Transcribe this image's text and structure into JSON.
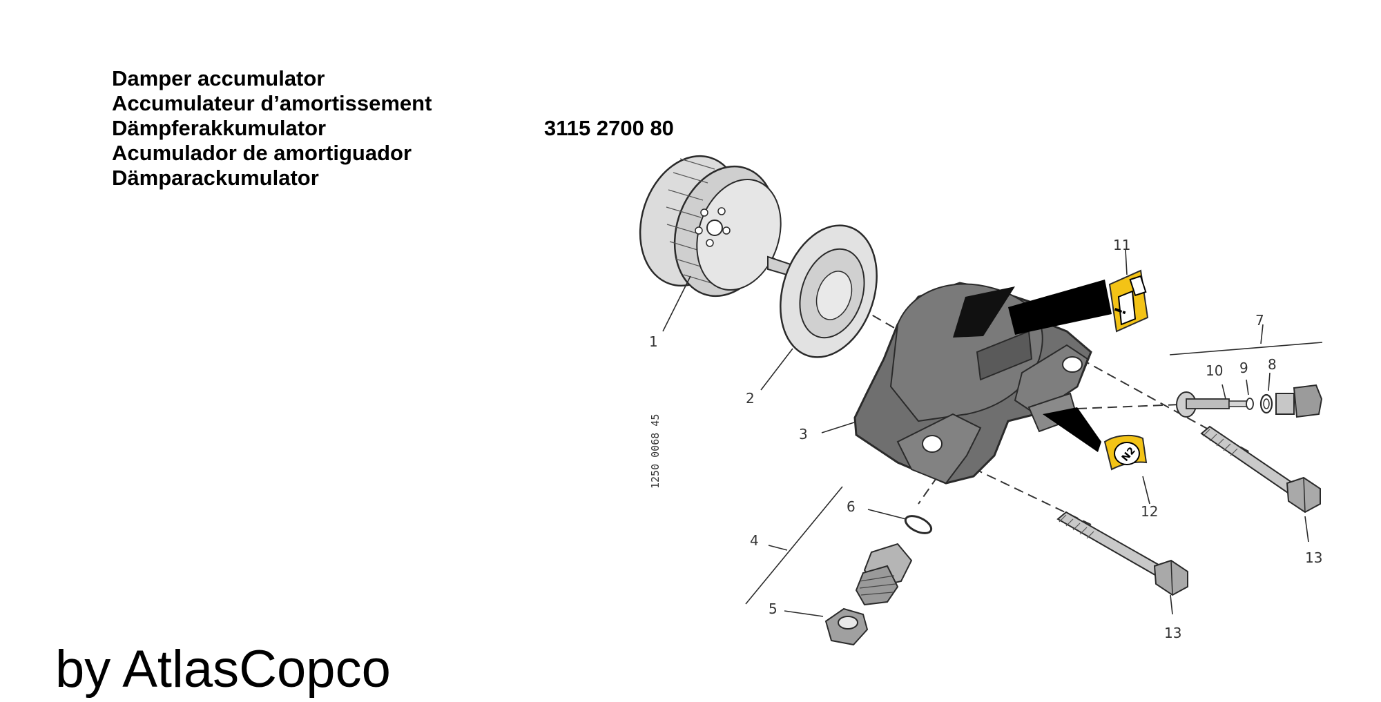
{
  "titles": [
    "Damper accumulator",
    "Accumulateur d’amortissement",
    "Dämpferakkumulator",
    "Acumulador de amortiguador",
    "Dämparackumulator"
  ],
  "part_number": "3115 2700 80",
  "drawing_number": "1250 0068 45",
  "brand": "by AtlasCopco",
  "callouts": [
    "1",
    "2",
    "3",
    "4",
    "5",
    "6",
    "7",
    "8",
    "9",
    "10",
    "11",
    "12",
    "13",
    "13"
  ],
  "label_11_symbols": [
    "!",
    "manual-book"
  ],
  "label_12_text": "N2",
  "colors": {
    "line": "#2a2a2a",
    "body": "#6f6f6f",
    "body_dark": "#585858",
    "wheel": "#d6d6d6",
    "label_yellow": "#f3c316"
  }
}
